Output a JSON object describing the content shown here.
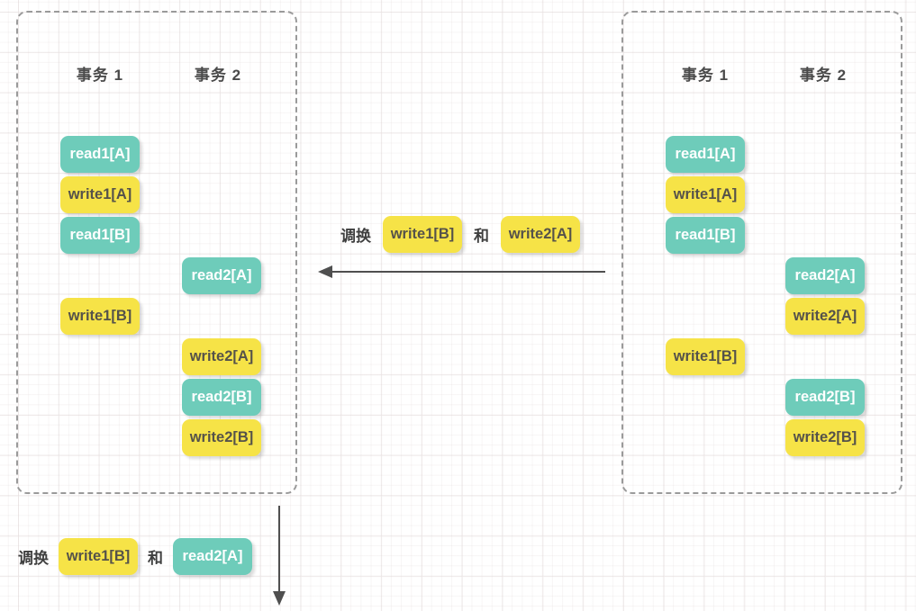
{
  "colors": {
    "teal": "#6eccba",
    "yellow": "#f6e347",
    "teal_text": "#ffffff",
    "yellow_text": "#55524a",
    "header_text": "#4a4a4a",
    "arrow": "#4f4f4f",
    "panel_border": "#9a9a9a"
  },
  "panels": [
    {
      "name": "schedule-after-swap",
      "headers": [
        {
          "label": "事务 1"
        },
        {
          "label": "事务 2"
        }
      ],
      "blocks": [
        {
          "label": "read1[A]",
          "kind": "read",
          "col": 0,
          "slot": 0
        },
        {
          "label": "write1[A]",
          "kind": "write",
          "col": 0,
          "slot": 1
        },
        {
          "label": "read1[B]",
          "kind": "read",
          "col": 0,
          "slot": 2
        },
        {
          "label": "read2[A]",
          "kind": "read",
          "col": 1,
          "slot": 3
        },
        {
          "label": "write1[B]",
          "kind": "write",
          "col": 0,
          "slot": 4
        },
        {
          "label": "write2[A]",
          "kind": "write",
          "col": 1,
          "slot": 5
        },
        {
          "label": "read2[B]",
          "kind": "read",
          "col": 1,
          "slot": 6
        },
        {
          "label": "write2[B]",
          "kind": "write",
          "col": 1,
          "slot": 7
        }
      ]
    },
    {
      "name": "schedule-original",
      "headers": [
        {
          "label": "事务 1"
        },
        {
          "label": "事务 2"
        }
      ],
      "blocks": [
        {
          "label": "read1[A]",
          "kind": "read",
          "col": 0,
          "slot": 0
        },
        {
          "label": "write1[A]",
          "kind": "write",
          "col": 0,
          "slot": 1
        },
        {
          "label": "read1[B]",
          "kind": "read",
          "col": 0,
          "slot": 2
        },
        {
          "label": "read2[A]",
          "kind": "read",
          "col": 1,
          "slot": 3
        },
        {
          "label": "write2[A]",
          "kind": "write",
          "col": 1,
          "slot": 4
        },
        {
          "label": "write1[B]",
          "kind": "write",
          "col": 0,
          "slot": 5
        },
        {
          "label": "read2[B]",
          "kind": "read",
          "col": 1,
          "slot": 6
        },
        {
          "label": "write2[B]",
          "kind": "write",
          "col": 1,
          "slot": 7
        }
      ]
    }
  ],
  "swap_annotations": [
    {
      "prefix": "调换",
      "first": "write1[B]",
      "first_kind": "write",
      "conj": "和",
      "second": "write2[A]",
      "second_kind": "write"
    },
    {
      "prefix": "调换",
      "first": "write1[B]",
      "first_kind": "write",
      "conj": "和",
      "second": "read2[A]",
      "second_kind": "read"
    }
  ]
}
